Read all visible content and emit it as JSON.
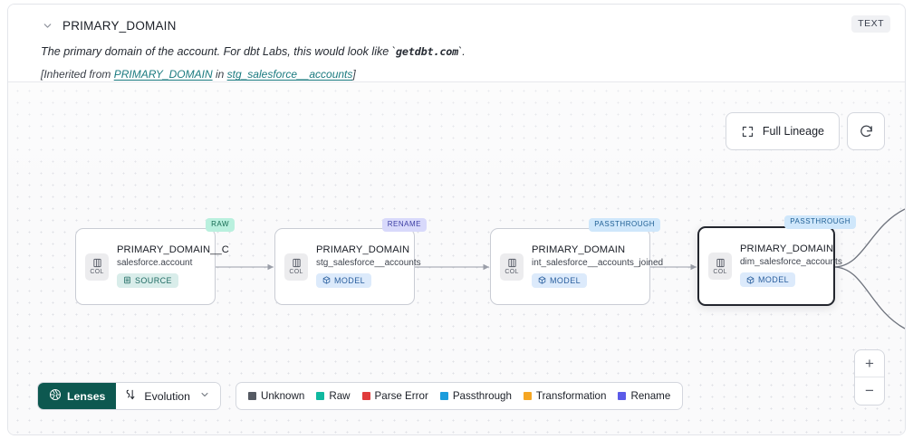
{
  "header": {
    "collapse_icon": "chevron-down-icon",
    "column_name": "PRIMARY_DOMAIN",
    "type_badge": "TEXT",
    "description_pre": "The primary domain of the account. For dbt Labs, this would look like `",
    "description_code": "getdbt.com",
    "description_post": "`.",
    "inherited_prefix": "[Inherited from ",
    "inherited_column_link": "PRIMARY_DOMAIN",
    "inherited_mid": " in ",
    "inherited_table_link": "stg_salesforce__accounts",
    "inherited_suffix": "]",
    "link_color": "#1a7a7f"
  },
  "toolbar": {
    "full_lineage_label": "Full Lineage",
    "full_lineage_icon": "expand-icon",
    "refresh_icon": "refresh-icon"
  },
  "zoom_controls": {
    "zoom_in_label": "+",
    "zoom_out_label": "−"
  },
  "graph": {
    "nodes": [
      {
        "tag": "RAW",
        "tag_class": "tag-raw",
        "chip_label": "COL",
        "chip_icon": "column-icon",
        "column": "PRIMARY_DOMAIN__C",
        "table": "salesforce.account",
        "kind": "SOURCE",
        "kind_class": "kind-source",
        "kind_icon": "database-icon",
        "selected": false
      },
      {
        "tag": "RENAME",
        "tag_class": "tag-rename",
        "chip_label": "COL",
        "chip_icon": "column-icon",
        "column": "PRIMARY_DOMAIN",
        "table": "stg_salesforce__accounts",
        "kind": "MODEL",
        "kind_class": "kind-model",
        "kind_icon": "cube-icon",
        "selected": false
      },
      {
        "tag": "PASSTHROUGH",
        "tag_class": "tag-passthrough",
        "chip_label": "COL",
        "chip_icon": "column-icon",
        "column": "PRIMARY_DOMAIN",
        "table": "int_salesforce__accounts_joined",
        "kind": "MODEL",
        "kind_class": "kind-model",
        "kind_icon": "cube-icon",
        "selected": false
      },
      {
        "tag": "PASSTHROUGH",
        "tag_class": "tag-passthrough",
        "chip_label": "COL",
        "chip_icon": "column-icon",
        "column": "PRIMARY_DOMAIN",
        "table": "dim_salesforce_accounts",
        "kind": "MODEL",
        "kind_class": "kind-model",
        "kind_icon": "cube-icon",
        "selected": true
      }
    ]
  },
  "bottom": {
    "lenses_label": "Lenses",
    "lenses_icon": "aperture-icon",
    "evolution_label": "Evolution",
    "evolution_icon": "evolution-path-icon",
    "evolution_caret": "chevron-down-icon",
    "legend": [
      {
        "label": "Unknown",
        "color": "#555a63"
      },
      {
        "label": "Raw",
        "color": "#10b9a0"
      },
      {
        "label": "Parse Error",
        "color": "#e03b3b"
      },
      {
        "label": "Passthrough",
        "color": "#1a9cdc"
      },
      {
        "label": "Transformation",
        "color": "#f5a623"
      },
      {
        "label": "Rename",
        "color": "#5b5be8"
      }
    ]
  }
}
